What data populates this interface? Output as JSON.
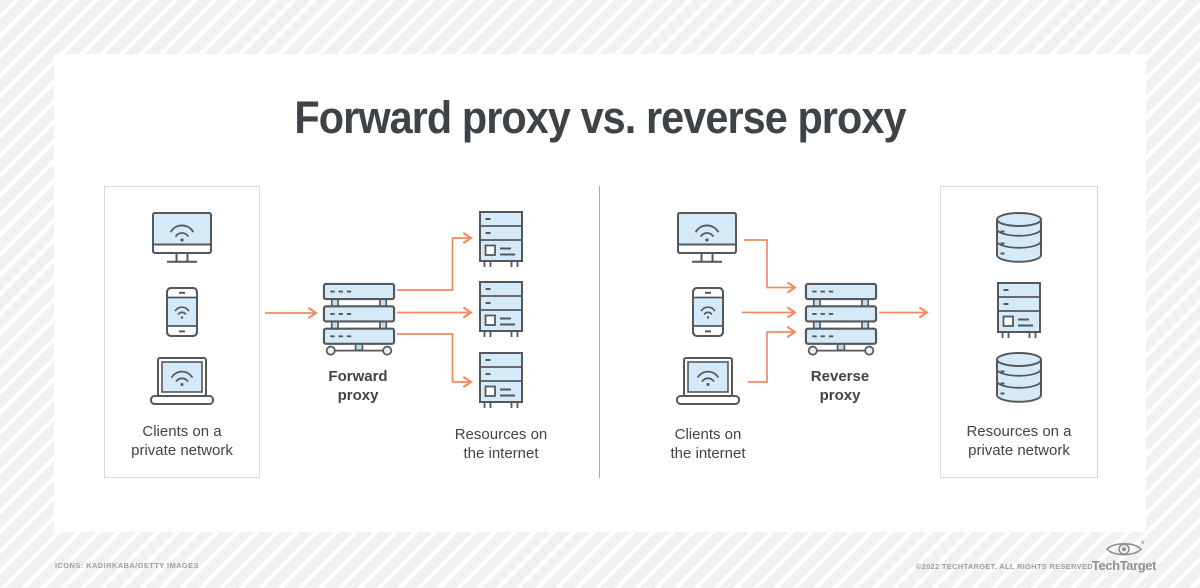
{
  "title": "Forward proxy vs. reverse proxy",
  "forward_section": {
    "clients_label": [
      "Clients on a",
      "private network"
    ],
    "proxy_label": [
      "Forward",
      "proxy"
    ],
    "resources_label": [
      "Resources on",
      "the internet"
    ]
  },
  "reverse_section": {
    "clients_label": [
      "Clients on",
      "the internet"
    ],
    "proxy_label": [
      "Reverse",
      "proxy"
    ],
    "resources_label": [
      "Resources on a",
      "private network"
    ]
  },
  "footer": {
    "credits": "ICONS: KADIRKABA/GETTY IMAGES",
    "copyright": "©2022 TECHTARGET. ALL RIGHTS RESERVED",
    "brand": "TechTarget"
  },
  "icons": {
    "forward_clients": [
      "desktop-computer",
      "smartphone",
      "laptop"
    ],
    "forward_proxy": "server-rack",
    "internet_resources": [
      "server-tower",
      "server-tower",
      "server-tower"
    ],
    "reverse_clients": [
      "desktop-computer",
      "smartphone",
      "laptop"
    ],
    "reverse_proxy": "server-rack",
    "private_resources": [
      "database",
      "server-tower",
      "database"
    ]
  },
  "colors": {
    "arrow_orange": "#F18A5F",
    "icon_fill_blue": "#D5EAF8",
    "icon_stroke_gray": "#54585C",
    "title_gray": "#3E4347",
    "footer_gray": "#9C9EA0"
  }
}
